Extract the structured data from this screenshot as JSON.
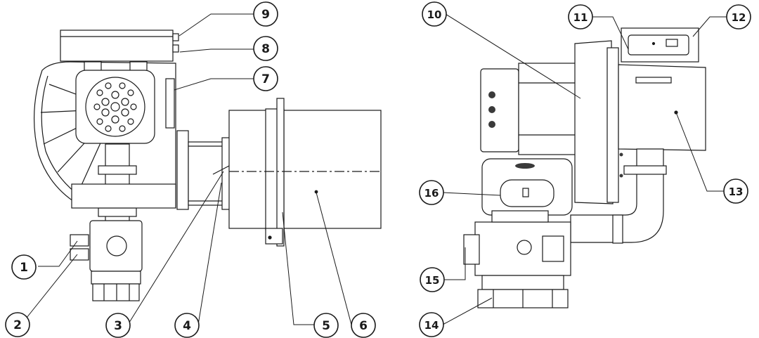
{
  "colors": {
    "line": "#1a1a1a",
    "fill": "#ffffff",
    "shade": "#3a3a3a",
    "light": "#d8d8d8"
  },
  "callouts": [
    {
      "n": "1"
    },
    {
      "n": "2"
    },
    {
      "n": "3"
    },
    {
      "n": "4"
    },
    {
      "n": "5"
    },
    {
      "n": "6"
    },
    {
      "n": "7"
    },
    {
      "n": "8"
    },
    {
      "n": "9"
    },
    {
      "n": "10"
    },
    {
      "n": "11"
    },
    {
      "n": "12"
    },
    {
      "n": "13"
    },
    {
      "n": "14"
    },
    {
      "n": "15"
    },
    {
      "n": "16"
    }
  ]
}
